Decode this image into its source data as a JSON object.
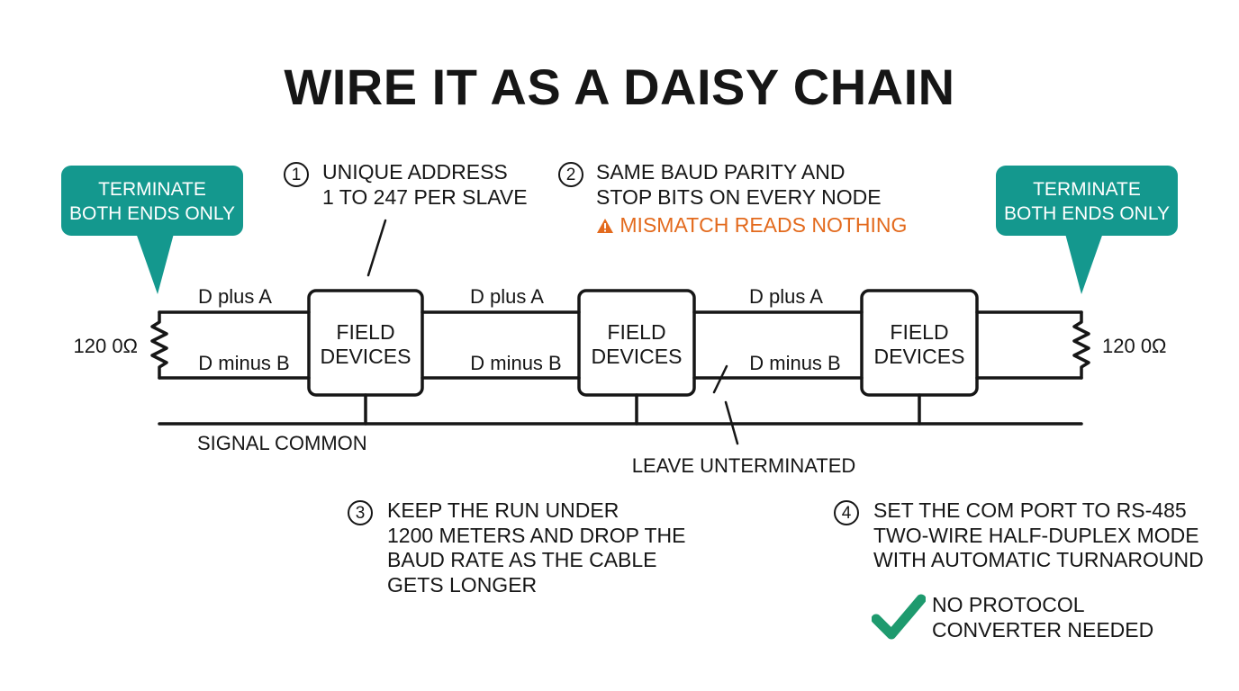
{
  "title": "WIRE IT AS A DAISY CHAIN",
  "colors": {
    "teal": "#14988e",
    "warning": "#e36a1d",
    "check": "#1e9a6e",
    "ink": "#161616"
  },
  "callouts": {
    "left": {
      "line1": "TERMINATE",
      "line2": "BOTH ENDS ONLY"
    },
    "right": {
      "line1": "TERMINATE",
      "line2": "BOTH ENDS ONLY"
    }
  },
  "notes": {
    "n1": {
      "number": "1",
      "line1": "UNIQUE ADDRESS",
      "line2": "1 TO 247 PER SLAVE"
    },
    "n2": {
      "number": "2",
      "line1": "SAME BAUD PARITY AND",
      "line2": "STOP BITS ON EVERY NODE",
      "warning": "MISMATCH READS NOTHING",
      "warning_icon": "warning-icon"
    },
    "n3": {
      "number": "3",
      "line1": "KEEP THE RUN UNDER",
      "line2": "1200 METERS AND DROP THE",
      "line3": "BAUD RATE AS THE CABLE",
      "line4": "GETS LONGER"
    },
    "n4": {
      "number": "4",
      "line1": "SET THE COM PORT TO RS-485",
      "line2": "TWO-WIRE HALF-DUPLEX MODE",
      "line3": "WITH AUTOMATIC TURNAROUND",
      "check_line1": "NO PROTOCOL",
      "check_line2": "CONVERTER NEEDED",
      "check_icon": "checkmark-icon"
    }
  },
  "wiring": {
    "resistor_left": "120 0Ω",
    "resistor_right": "120 0Ω",
    "segments": [
      {
        "plus": "D plus A",
        "minus": "D minus B"
      },
      {
        "plus": "D plus A",
        "minus": "D minus B"
      },
      {
        "plus": "D plus A",
        "minus": "D minus B"
      }
    ],
    "devices": [
      {
        "line1": "FIELD",
        "line2": "DEVICES"
      },
      {
        "line1": "FIELD",
        "line2": "DEVICES"
      },
      {
        "line1": "FIELD",
        "line2": "DEVICES"
      }
    ],
    "common_label": "SIGNAL COMMON",
    "unterminated_label": "LEAVE UNTERMINATED"
  }
}
